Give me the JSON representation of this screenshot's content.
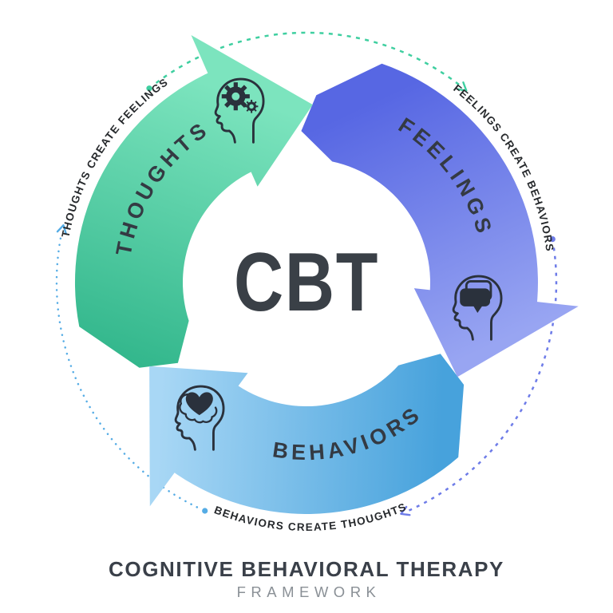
{
  "diagram": {
    "center_label": "CBT",
    "title": "COGNITIVE BEHAVIORAL THERAPY",
    "subtitle": "FRAMEWORK",
    "colors": {
      "center_text": "#3A4047",
      "label_text": "#343A43",
      "outer_text": "#26292C",
      "title_text": "#3A4049",
      "subtitle_text": "#8A9096",
      "icon_ink": "#2A313C",
      "background": "#FFFFFF"
    },
    "segments": [
      {
        "label": "THOUGHTS",
        "icon": "head-with-gears",
        "gradient_start": "#2EB489",
        "gradient_end": "#7CE4BE",
        "dash_color": "#3FCFA0",
        "transition_label": "THOUGHTS CREATE FEELINGS"
      },
      {
        "label": "FEELINGS",
        "icon": "head-with-speech-bubble",
        "gradient_start": "#5767E3",
        "gradient_end": "#98A5F2",
        "dash_color": "#6E7CE8",
        "transition_label": "FEELINGS CREATE BEHAVIORS"
      },
      {
        "label": "BEHAVIORS",
        "icon": "head-with-heart",
        "gradient_start": "#47A2DC",
        "gradient_end": "#A8D7F5",
        "dash_color": "#55ACE5",
        "transition_label": "BEHAVIORS CREATE THOUGHTS"
      }
    ]
  }
}
